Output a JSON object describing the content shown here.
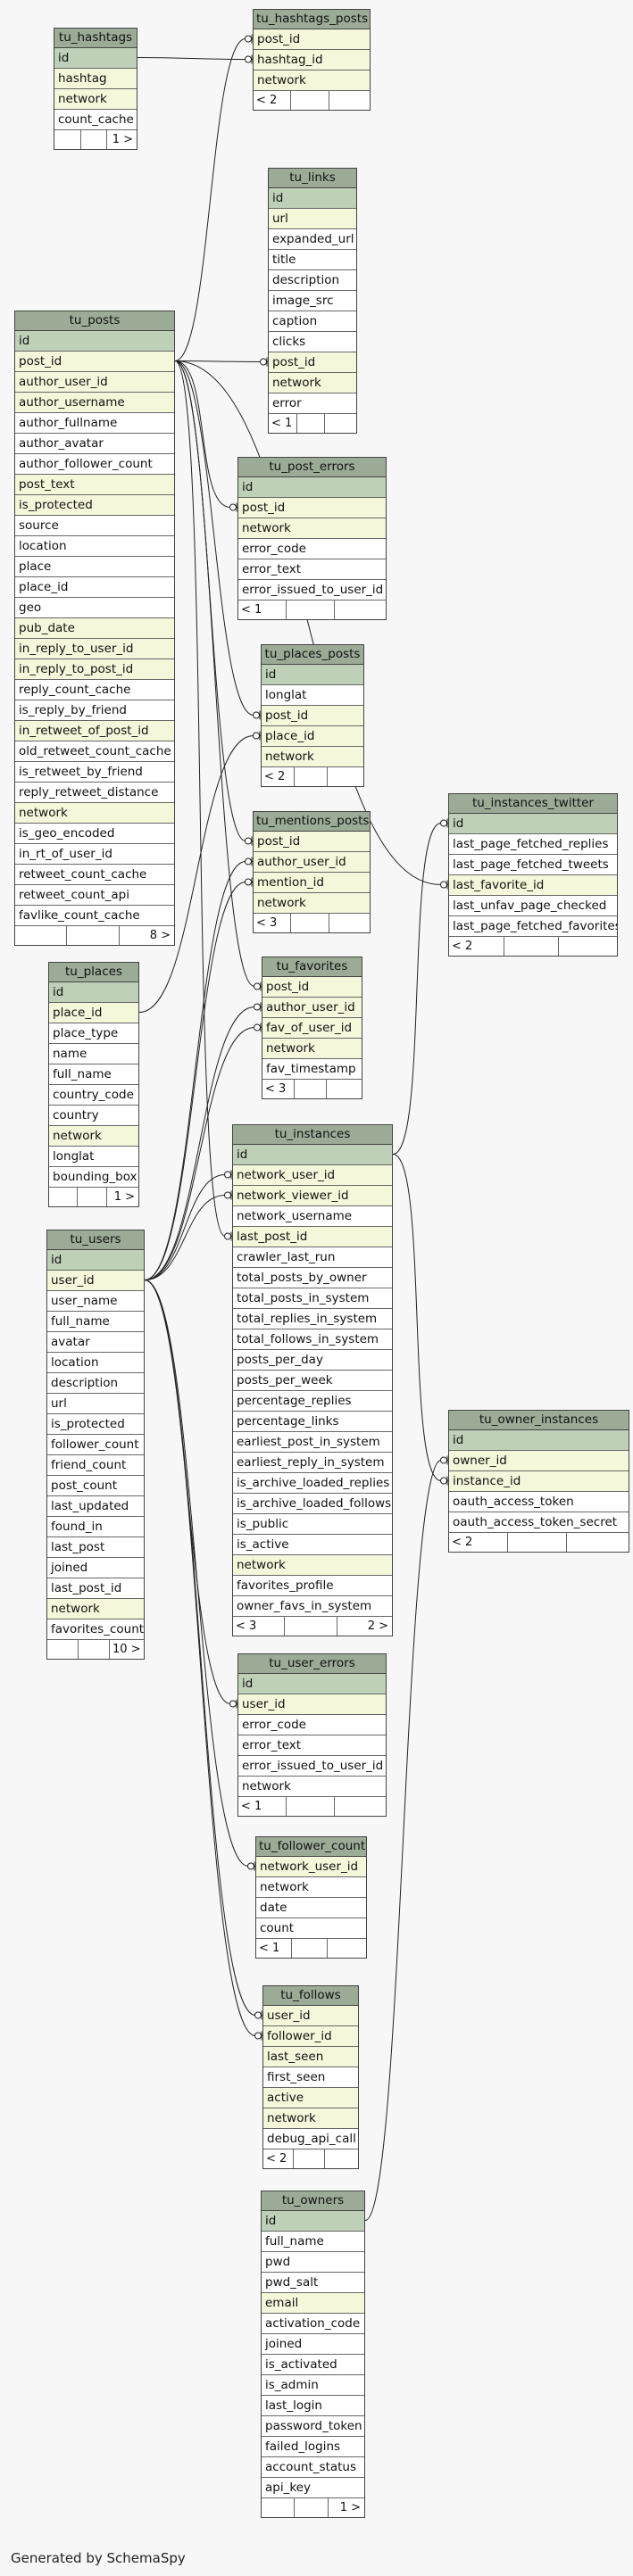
{
  "diagram": {
    "credit": "Generated by SchemaSpy",
    "tables": [
      {
        "id": "tu_hashtags",
        "name": "tu_hashtags",
        "rows": [
          {
            "t": "id",
            "k": "pk"
          },
          {
            "t": "hashtag",
            "k": "fk"
          },
          {
            "t": "network",
            "k": "fk"
          },
          {
            "t": "count_cache",
            "k": ""
          }
        ],
        "foot": [
          "",
          "",
          "1 >"
        ]
      },
      {
        "id": "tu_hashtags_posts",
        "name": "tu_hashtags_posts",
        "rows": [
          {
            "t": "post_id",
            "k": "fk"
          },
          {
            "t": "hashtag_id",
            "k": "fk"
          },
          {
            "t": "network",
            "k": "fk"
          }
        ],
        "foot": [
          "< 2",
          "",
          ""
        ]
      },
      {
        "id": "tu_links",
        "name": "tu_links",
        "rows": [
          {
            "t": "id",
            "k": "pk"
          },
          {
            "t": "url",
            "k": "fk"
          },
          {
            "t": "expanded_url",
            "k": ""
          },
          {
            "t": "title",
            "k": ""
          },
          {
            "t": "description",
            "k": ""
          },
          {
            "t": "image_src",
            "k": ""
          },
          {
            "t": "caption",
            "k": ""
          },
          {
            "t": "clicks",
            "k": ""
          },
          {
            "t": "post_id",
            "k": "fk"
          },
          {
            "t": "network",
            "k": "fk"
          },
          {
            "t": "error",
            "k": ""
          }
        ],
        "foot": [
          "< 1",
          "",
          ""
        ]
      },
      {
        "id": "tu_posts",
        "name": "tu_posts",
        "rows": [
          {
            "t": "id",
            "k": "pk"
          },
          {
            "t": "post_id",
            "k": "fk"
          },
          {
            "t": "author_user_id",
            "k": "fk"
          },
          {
            "t": "author_username",
            "k": "fk"
          },
          {
            "t": "author_fullname",
            "k": ""
          },
          {
            "t": "author_avatar",
            "k": ""
          },
          {
            "t": "author_follower_count",
            "k": ""
          },
          {
            "t": "post_text",
            "k": "fk"
          },
          {
            "t": "is_protected",
            "k": "fk"
          },
          {
            "t": "source",
            "k": ""
          },
          {
            "t": "location",
            "k": ""
          },
          {
            "t": "place",
            "k": ""
          },
          {
            "t": "place_id",
            "k": ""
          },
          {
            "t": "geo",
            "k": ""
          },
          {
            "t": "pub_date",
            "k": "fk"
          },
          {
            "t": "in_reply_to_user_id",
            "k": "fk"
          },
          {
            "t": "in_reply_to_post_id",
            "k": "fk"
          },
          {
            "t": "reply_count_cache",
            "k": ""
          },
          {
            "t": "is_reply_by_friend",
            "k": ""
          },
          {
            "t": "in_retweet_of_post_id",
            "k": "fk"
          },
          {
            "t": "old_retweet_count_cache",
            "k": ""
          },
          {
            "t": "is_retweet_by_friend",
            "k": ""
          },
          {
            "t": "reply_retweet_distance",
            "k": ""
          },
          {
            "t": "network",
            "k": "fk"
          },
          {
            "t": "is_geo_encoded",
            "k": ""
          },
          {
            "t": "in_rt_of_user_id",
            "k": ""
          },
          {
            "t": "retweet_count_cache",
            "k": ""
          },
          {
            "t": "retweet_count_api",
            "k": ""
          },
          {
            "t": "favlike_count_cache",
            "k": ""
          }
        ],
        "foot": [
          "",
          "",
          "8 >"
        ]
      },
      {
        "id": "tu_post_errors",
        "name": "tu_post_errors",
        "rows": [
          {
            "t": "id",
            "k": "pk"
          },
          {
            "t": "post_id",
            "k": "fk"
          },
          {
            "t": "network",
            "k": "fk"
          },
          {
            "t": "error_code",
            "k": ""
          },
          {
            "t": "error_text",
            "k": ""
          },
          {
            "t": "error_issued_to_user_id",
            "k": ""
          }
        ],
        "foot": [
          "< 1",
          "",
          ""
        ]
      },
      {
        "id": "tu_places_posts",
        "name": "tu_places_posts",
        "rows": [
          {
            "t": "id",
            "k": "pk"
          },
          {
            "t": "longlat",
            "k": ""
          },
          {
            "t": "post_id",
            "k": "fk"
          },
          {
            "t": "place_id",
            "k": "fk"
          },
          {
            "t": "network",
            "k": "fk"
          }
        ],
        "foot": [
          "< 2",
          "",
          ""
        ]
      },
      {
        "id": "tu_instances_twitter",
        "name": "tu_instances_twitter",
        "rows": [
          {
            "t": "id",
            "k": "pk"
          },
          {
            "t": "last_page_fetched_replies",
            "k": ""
          },
          {
            "t": "last_page_fetched_tweets",
            "k": ""
          },
          {
            "t": "last_favorite_id",
            "k": "fk"
          },
          {
            "t": "last_unfav_page_checked",
            "k": ""
          },
          {
            "t": "last_page_fetched_favorites",
            "k": ""
          }
        ],
        "foot": [
          "< 2",
          "",
          ""
        ]
      },
      {
        "id": "tu_mentions_posts",
        "name": "tu_mentions_posts",
        "rows": [
          {
            "t": "post_id",
            "k": "fk"
          },
          {
            "t": "author_user_id",
            "k": "fk"
          },
          {
            "t": "mention_id",
            "k": "fk"
          },
          {
            "t": "network",
            "k": "fk"
          }
        ],
        "foot": [
          "< 3",
          "",
          ""
        ]
      },
      {
        "id": "tu_places",
        "name": "tu_places",
        "rows": [
          {
            "t": "id",
            "k": "pk"
          },
          {
            "t": "place_id",
            "k": "fk"
          },
          {
            "t": "place_type",
            "k": ""
          },
          {
            "t": "name",
            "k": ""
          },
          {
            "t": "full_name",
            "k": ""
          },
          {
            "t": "country_code",
            "k": ""
          },
          {
            "t": "country",
            "k": ""
          },
          {
            "t": "network",
            "k": "fk"
          },
          {
            "t": "longlat",
            "k": ""
          },
          {
            "t": "bounding_box",
            "k": ""
          }
        ],
        "foot": [
          "",
          "",
          "1 >"
        ]
      },
      {
        "id": "tu_favorites",
        "name": "tu_favorites",
        "rows": [
          {
            "t": "post_id",
            "k": "fk"
          },
          {
            "t": "author_user_id",
            "k": "fk"
          },
          {
            "t": "fav_of_user_id",
            "k": "fk"
          },
          {
            "t": "network",
            "k": "fk"
          },
          {
            "t": "fav_timestamp",
            "k": ""
          }
        ],
        "foot": [
          "< 3",
          "",
          ""
        ]
      },
      {
        "id": "tu_instances",
        "name": "tu_instances",
        "rows": [
          {
            "t": "id",
            "k": "pk"
          },
          {
            "t": "network_user_id",
            "k": "fk"
          },
          {
            "t": "network_viewer_id",
            "k": "fk"
          },
          {
            "t": "network_username",
            "k": ""
          },
          {
            "t": "last_post_id",
            "k": "fk"
          },
          {
            "t": "crawler_last_run",
            "k": ""
          },
          {
            "t": "total_posts_by_owner",
            "k": ""
          },
          {
            "t": "total_posts_in_system",
            "k": ""
          },
          {
            "t": "total_replies_in_system",
            "k": ""
          },
          {
            "t": "total_follows_in_system",
            "k": ""
          },
          {
            "t": "posts_per_day",
            "k": ""
          },
          {
            "t": "posts_per_week",
            "k": ""
          },
          {
            "t": "percentage_replies",
            "k": ""
          },
          {
            "t": "percentage_links",
            "k": ""
          },
          {
            "t": "earliest_post_in_system",
            "k": ""
          },
          {
            "t": "earliest_reply_in_system",
            "k": ""
          },
          {
            "t": "is_archive_loaded_replies",
            "k": ""
          },
          {
            "t": "is_archive_loaded_follows",
            "k": ""
          },
          {
            "t": "is_public",
            "k": ""
          },
          {
            "t": "is_active",
            "k": ""
          },
          {
            "t": "network",
            "k": "fk"
          },
          {
            "t": "favorites_profile",
            "k": ""
          },
          {
            "t": "owner_favs_in_system",
            "k": ""
          }
        ],
        "foot": [
          "< 3",
          "",
          "2 >"
        ]
      },
      {
        "id": "tu_users",
        "name": "tu_users",
        "rows": [
          {
            "t": "id",
            "k": "pk"
          },
          {
            "t": "user_id",
            "k": "fk"
          },
          {
            "t": "user_name",
            "k": ""
          },
          {
            "t": "full_name",
            "k": ""
          },
          {
            "t": "avatar",
            "k": ""
          },
          {
            "t": "location",
            "k": ""
          },
          {
            "t": "description",
            "k": ""
          },
          {
            "t": "url",
            "k": ""
          },
          {
            "t": "is_protected",
            "k": ""
          },
          {
            "t": "follower_count",
            "k": ""
          },
          {
            "t": "friend_count",
            "k": ""
          },
          {
            "t": "post_count",
            "k": ""
          },
          {
            "t": "last_updated",
            "k": ""
          },
          {
            "t": "found_in",
            "k": ""
          },
          {
            "t": "last_post",
            "k": ""
          },
          {
            "t": "joined",
            "k": ""
          },
          {
            "t": "last_post_id",
            "k": ""
          },
          {
            "t": "network",
            "k": "fk"
          },
          {
            "t": "favorites_count",
            "k": ""
          }
        ],
        "foot": [
          "",
          "",
          "10 >"
        ]
      },
      {
        "id": "tu_owner_instances",
        "name": "tu_owner_instances",
        "rows": [
          {
            "t": "id",
            "k": "pk"
          },
          {
            "t": "owner_id",
            "k": "fk"
          },
          {
            "t": "instance_id",
            "k": "fk"
          },
          {
            "t": "oauth_access_token",
            "k": ""
          },
          {
            "t": "oauth_access_token_secret",
            "k": ""
          }
        ],
        "foot": [
          "< 2",
          "",
          ""
        ]
      },
      {
        "id": "tu_user_errors",
        "name": "tu_user_errors",
        "rows": [
          {
            "t": "id",
            "k": "pk"
          },
          {
            "t": "user_id",
            "k": "fk"
          },
          {
            "t": "error_code",
            "k": ""
          },
          {
            "t": "error_text",
            "k": ""
          },
          {
            "t": "error_issued_to_user_id",
            "k": ""
          },
          {
            "t": "network",
            "k": ""
          }
        ],
        "foot": [
          "< 1",
          "",
          ""
        ]
      },
      {
        "id": "tu_follower_count",
        "name": "tu_follower_count",
        "rows": [
          {
            "t": "network_user_id",
            "k": "fk"
          },
          {
            "t": "network",
            "k": ""
          },
          {
            "t": "date",
            "k": ""
          },
          {
            "t": "count",
            "k": ""
          }
        ],
        "foot": [
          "< 1",
          "",
          ""
        ]
      },
      {
        "id": "tu_follows",
        "name": "tu_follows",
        "rows": [
          {
            "t": "user_id",
            "k": "fk"
          },
          {
            "t": "follower_id",
            "k": "fk"
          },
          {
            "t": "last_seen",
            "k": "fk"
          },
          {
            "t": "first_seen",
            "k": ""
          },
          {
            "t": "active",
            "k": "fk"
          },
          {
            "t": "network",
            "k": "fk"
          },
          {
            "t": "debug_api_call",
            "k": ""
          }
        ],
        "foot": [
          "< 2",
          "",
          ""
        ]
      },
      {
        "id": "tu_owners",
        "name": "tu_owners",
        "rows": [
          {
            "t": "id",
            "k": "pk"
          },
          {
            "t": "full_name",
            "k": ""
          },
          {
            "t": "pwd",
            "k": ""
          },
          {
            "t": "pwd_salt",
            "k": ""
          },
          {
            "t": "email",
            "k": "fk"
          },
          {
            "t": "activation_code",
            "k": ""
          },
          {
            "t": "joined",
            "k": ""
          },
          {
            "t": "is_activated",
            "k": ""
          },
          {
            "t": "is_admin",
            "k": ""
          },
          {
            "t": "last_login",
            "k": ""
          },
          {
            "t": "password_token",
            "k": ""
          },
          {
            "t": "failed_logins",
            "k": ""
          },
          {
            "t": "account_status",
            "k": ""
          },
          {
            "t": "api_key",
            "k": ""
          }
        ],
        "foot": [
          "",
          "",
          "1 >"
        ]
      }
    ],
    "edges": [
      {
        "from": "tu_hashtags",
        "fromRow": 0,
        "to": "tu_hashtags_posts",
        "toRow": 1
      },
      {
        "from": "tu_posts",
        "fromRow": 1,
        "to": "tu_hashtags_posts",
        "toRow": 0
      },
      {
        "from": "tu_posts",
        "fromRow": 1,
        "to": "tu_links",
        "toRow": 8
      },
      {
        "from": "tu_posts",
        "fromRow": 1,
        "to": "tu_post_errors",
        "toRow": 1
      },
      {
        "from": "tu_posts",
        "fromRow": 1,
        "to": "tu_places_posts",
        "toRow": 2
      },
      {
        "from": "tu_places",
        "fromRow": 1,
        "to": "tu_places_posts",
        "toRow": 3
      },
      {
        "from": "tu_posts",
        "fromRow": 1,
        "to": "tu_mentions_posts",
        "toRow": 0
      },
      {
        "from": "tu_users",
        "fromRow": 1,
        "to": "tu_mentions_posts",
        "toRow": 1
      },
      {
        "from": "tu_users",
        "fromRow": 1,
        "to": "tu_mentions_posts",
        "toRow": 2
      },
      {
        "from": "tu_posts",
        "fromRow": 1,
        "to": "tu_favorites",
        "toRow": 0
      },
      {
        "from": "tu_users",
        "fromRow": 1,
        "to": "tu_favorites",
        "toRow": 1
      },
      {
        "from": "tu_users",
        "fromRow": 1,
        "to": "tu_favorites",
        "toRow": 2
      },
      {
        "from": "tu_users",
        "fromRow": 1,
        "to": "tu_instances",
        "toRow": 1
      },
      {
        "from": "tu_users",
        "fromRow": 1,
        "to": "tu_instances",
        "toRow": 2
      },
      {
        "from": "tu_posts",
        "fromRow": 1,
        "to": "tu_instances",
        "toRow": 4
      },
      {
        "from": "tu_posts",
        "fromRow": 1,
        "to": "tu_instances_twitter",
        "toRow": 3
      },
      {
        "from": "tu_instances",
        "fromRow": 0,
        "to": "tu_instances_twitter",
        "toRow": 0
      },
      {
        "from": "tu_instances",
        "fromRow": 0,
        "to": "tu_owner_instances",
        "toRow": 2
      },
      {
        "from": "tu_owners",
        "fromRow": 0,
        "to": "tu_owner_instances",
        "toRow": 1
      },
      {
        "from": "tu_users",
        "fromRow": 1,
        "to": "tu_user_errors",
        "toRow": 1
      },
      {
        "from": "tu_users",
        "fromRow": 1,
        "to": "tu_follower_count",
        "toRow": 0
      },
      {
        "from": "tu_users",
        "fromRow": 1,
        "to": "tu_follows",
        "toRow": 0
      },
      {
        "from": "tu_users",
        "fromRow": 1,
        "to": "tu_follows",
        "toRow": 1
      }
    ]
  }
}
